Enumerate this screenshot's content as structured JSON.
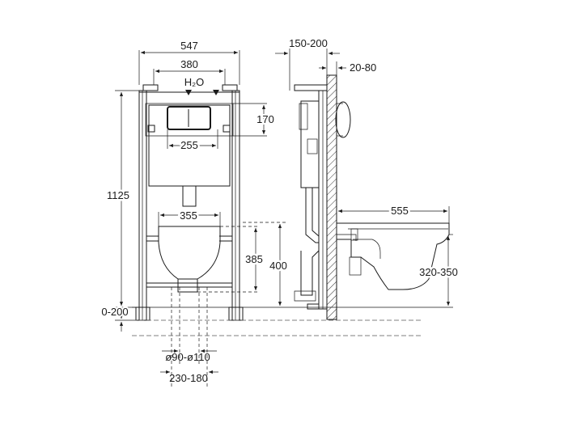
{
  "front_view": {
    "width_547": "547",
    "width_380": "380",
    "h2o": "H₂O",
    "height_170": "170",
    "width_255": "255",
    "height_1125": "1125",
    "width_355": "355",
    "height_385": "385",
    "height_400": "400",
    "range_0_200": "0-200",
    "pipe_dia": "ø90-ø110",
    "offset_230_180": "230-180"
  },
  "side_view": {
    "depth_150_200": "150-200",
    "wall_20_80": "20-80",
    "length_555": "555",
    "height_320_350": "320-350"
  }
}
